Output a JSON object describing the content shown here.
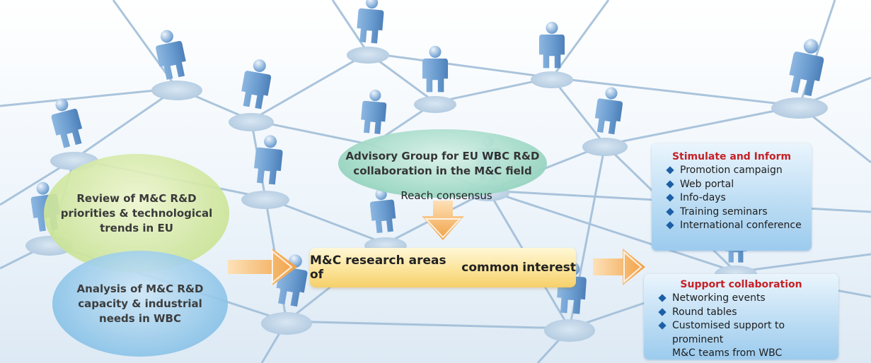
{
  "advisory_group": "Advisory Group for EU WBC R&D\ncollaboration in the M&C field",
  "reach_consensus": "Reach consensus",
  "review": "Review of M&C R&D\npriorities & technological\ntrends in EU",
  "analysis": "Analysis of M&C R&D\ncapacity & industrial\nneeds in WBC",
  "center": {
    "prefix": "M&C research areas of",
    "emphasis": "common",
    "suffix": "interest"
  },
  "stimulate": {
    "title": "Stimulate and Inform",
    "items": [
      "Promotion campaign",
      "Web portal",
      "Info-days",
      "Training seminars",
      "International conference"
    ]
  },
  "support": {
    "title": "Support collaboration",
    "items": [
      "Networking events",
      "Round tables",
      "Customised support to prominent\nM&C teams from WBC"
    ]
  },
  "colors": {
    "panel_title": "#c62026",
    "bullet": "#1d5fa6",
    "arrow": "#f0a044",
    "network_line": "#9dbbd6",
    "person": "#6a9cd0"
  },
  "icons": [
    "person-icon",
    "arrow-right-icon",
    "arrow-down-icon",
    "diamond-bullet-icon"
  ]
}
